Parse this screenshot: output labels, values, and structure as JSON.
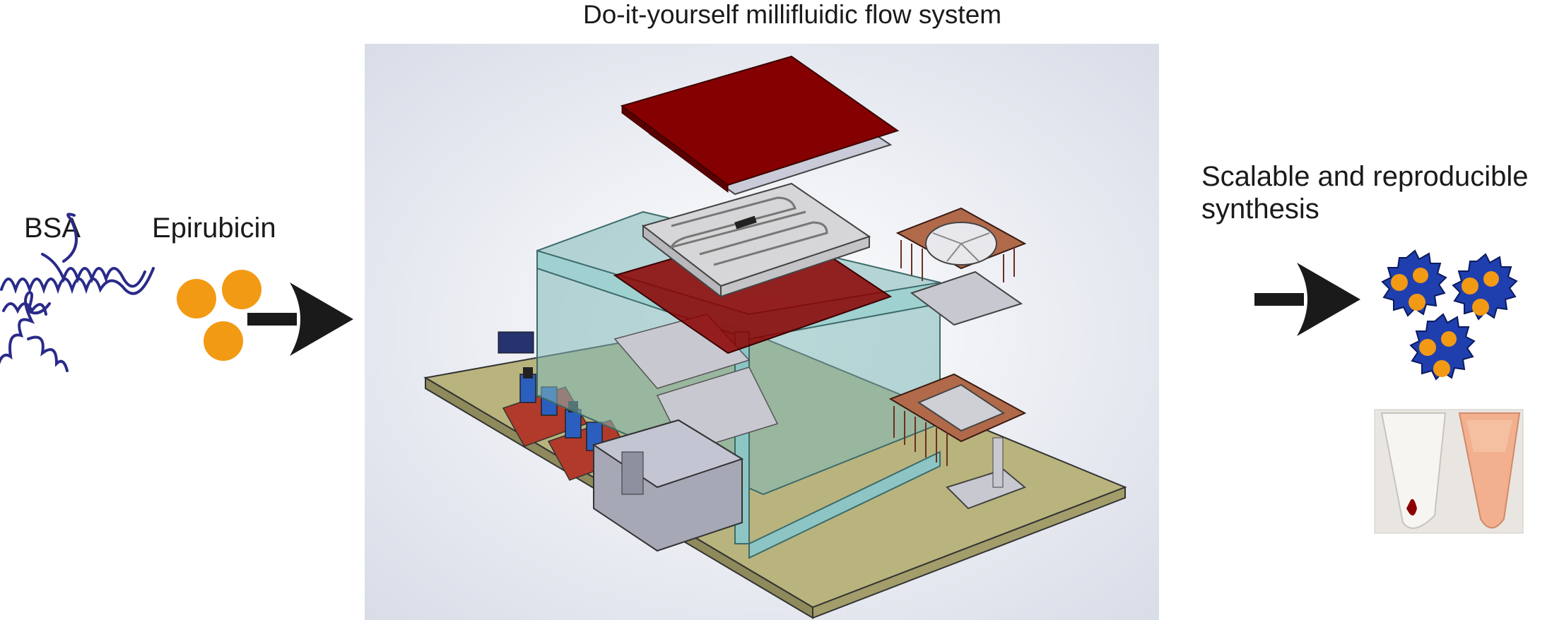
{
  "title": "Do-it-yourself millifluidic flow system",
  "inputs": {
    "bsa_label": "BSA",
    "drug_label": "Epirubicin"
  },
  "output": {
    "label": "Scalable and reproducible synthesis"
  },
  "colors": {
    "protein_strand": "#2a2a8a",
    "drug_particle": "#f29a14",
    "arrow": "#1a1a1a",
    "nanoparticle_shell": "#1f3fae",
    "heater_plate": "#8b0000",
    "enclosure": "#7fb8b8",
    "base_board": "#b9b47e",
    "copper_fins": "#b06a4a"
  },
  "icons": {
    "arrow_1": "right-arrow-icon",
    "arrow_2": "right-arrow-icon",
    "nanoparticle": "nanoparticle-icon",
    "tube": "eppendorf-tube-icon"
  }
}
